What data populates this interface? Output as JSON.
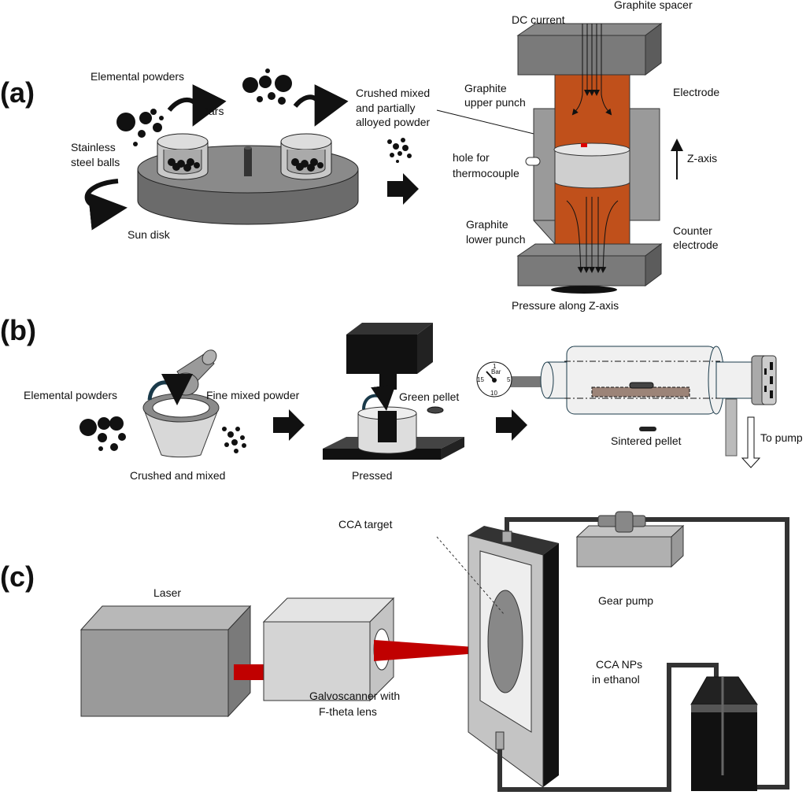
{
  "panels": {
    "a": {
      "label": "(a)",
      "elemental_powders": "Elemental powders",
      "jars": "Jars",
      "stainless_steel_balls": [
        "Stainless",
        "steel balls"
      ],
      "sun_disk": "Sun disk",
      "crushed_powder": [
        "Crushed mixed",
        "and partially",
        "alloyed powder"
      ],
      "dc_current": "DC current",
      "graphite_spacer": "Graphite spacer",
      "upper_punch": [
        "Graphite",
        "upper punch"
      ],
      "electrode": "Electrode",
      "thermocouple_hole": [
        "hole for",
        "thermocouple"
      ],
      "z_axis": "Z-axis",
      "lower_punch": [
        "Graphite",
        "lower punch"
      ],
      "counter_electrode": [
        "Counter",
        "electrode"
      ],
      "pressure": "Pressure along  Z-axis"
    },
    "b": {
      "label": "(b)",
      "elemental_powders": "Elemental powders",
      "fine_mixed_powder": "Fine mixed powder",
      "crushed_and_mixed": "Crushed and mixed",
      "green_pellet": "Green pellet",
      "pressed": "Pressed",
      "gauge": {
        "unit": "Bar",
        "ticks": [
          "1",
          "5",
          "10",
          "15"
        ]
      },
      "sintered_pellet": "Sintered pellet",
      "to_pump": "To pump"
    },
    "c": {
      "label": "(c)",
      "laser": "Laser",
      "galvoscanner": [
        "Galvoscanner with",
        "F-theta lens"
      ],
      "cca_target": "CCA target",
      "gear_pump": "Gear pump",
      "cca_nps": [
        "CCA NPs",
        "in ethanol"
      ]
    }
  },
  "colors": {
    "graphite": "#c0501b",
    "laser_beam": "#c00000",
    "metal": "#8a8a8a",
    "tube": "#1a3a4a"
  }
}
